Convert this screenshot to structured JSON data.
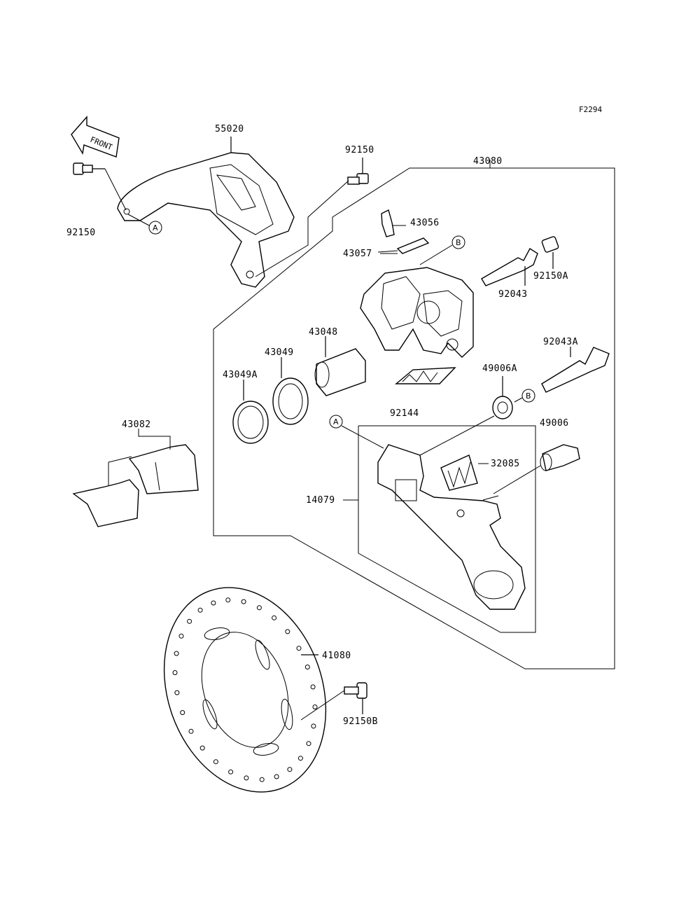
{
  "figure_code": "F2294",
  "front_label": "FRONT",
  "labels": {
    "p55020": "55020",
    "p92150_top": "92150",
    "p92150_left": "92150",
    "p43080": "43080",
    "p43056": "43056",
    "p43057": "43057",
    "p92043": "92043",
    "p92150A": "92150A",
    "p43048": "43048",
    "p43049": "43049",
    "p43049A": "43049A",
    "p92043A": "92043A",
    "p49006A": "49006A",
    "p92144": "92144",
    "p49006": "49006",
    "p43082": "43082",
    "p32085": "32085",
    "p14079": "14079",
    "p41080": "41080",
    "p92150B": "92150B"
  },
  "ref_marks": {
    "A": "A",
    "B": "B"
  }
}
